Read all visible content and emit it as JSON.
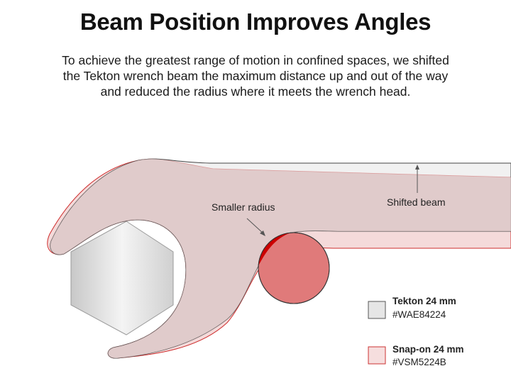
{
  "title": "Beam Position Improves Angles",
  "description": "To achieve the greatest range of motion in confined spaces, we shifted the Tekton wrench beam the maximum distance up and out of the way and reduced the radius where it meets the wrench head.",
  "annotations": {
    "smaller_radius": "Smaller radius",
    "shifted_beam": "Shifted beam"
  },
  "legend": [
    {
      "name": "Tekton 24 mm",
      "code": "#WAE84224",
      "swatch_fill": "#e6e6e6",
      "swatch_stroke": "#555555"
    },
    {
      "name": "Snap-on 24 mm",
      "code": "#VSM5224B",
      "swatch_fill": "#f6dede",
      "swatch_stroke": "#cc3333"
    }
  ],
  "colors": {
    "tekton_fill": "#e6e6e6",
    "tekton_stroke": "#444444",
    "snapon_fill": "#f4d9d9",
    "snapon_stroke": "#cc2222",
    "circle_red": "#cc0000",
    "circle_fill": "#e07a7a",
    "hex_fill": "#dddddd"
  }
}
